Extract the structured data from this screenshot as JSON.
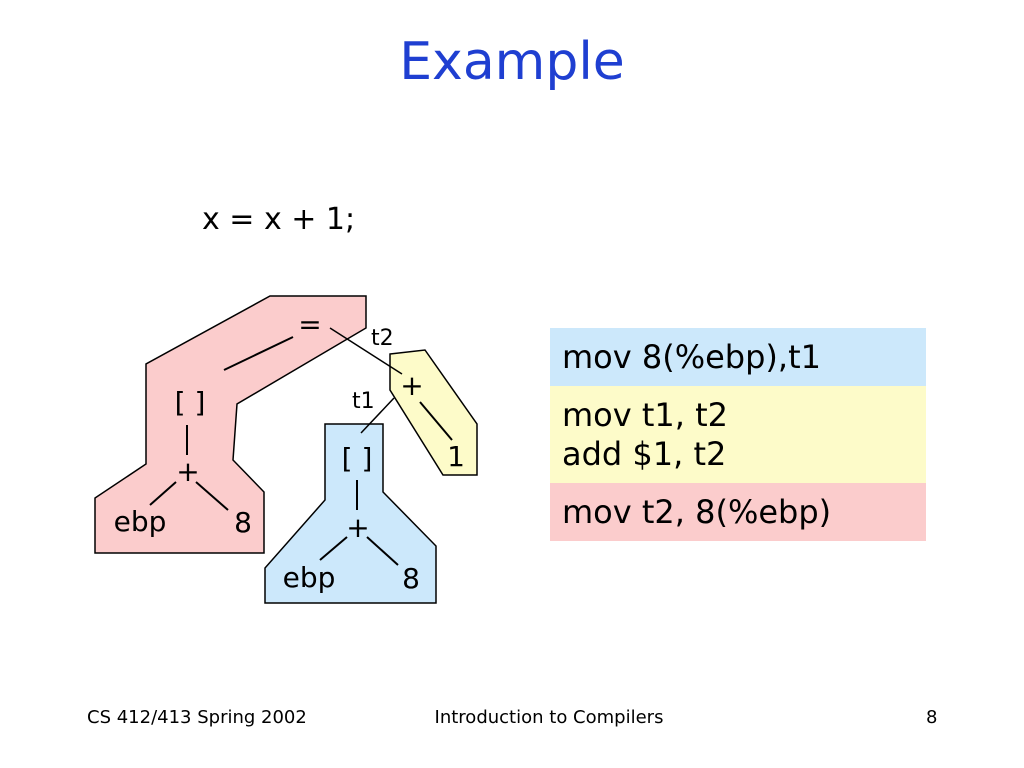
{
  "slide": {
    "title": "Example"
  },
  "statement": "x = x + 1;",
  "tree": {
    "assign_label": "=",
    "mem_label": "[ ]",
    "plus_label": "+",
    "ebp_label": "ebp",
    "eight_label": "8",
    "t1_label": "t1",
    "t2_label": "t2",
    "inner_mem_label": "[ ]",
    "inner_plus_label": "+",
    "inner_ebp_label": "ebp",
    "inner_eight_label": "8",
    "add_plus_label": "+",
    "one_label": "1"
  },
  "code": {
    "blocks": [
      {
        "color": "#cce8fb",
        "lines": [
          "mov 8(%ebp),t1"
        ]
      },
      {
        "color": "#fdfbc9",
        "lines": [
          "mov t1, t2",
          "add $1, t2"
        ]
      },
      {
        "color": "#fbcccc",
        "lines": [
          "mov t2, 8(%ebp)"
        ]
      }
    ]
  },
  "colors": {
    "pink_fill": "#fbcccc",
    "yellow_fill": "#fdfbc9",
    "blue_fill": "#cce8fb",
    "title": "#1f3fd1"
  },
  "footer": {
    "course": "CS 412/413   Spring 2002",
    "subject": "Introduction to Compilers",
    "page": "8"
  }
}
